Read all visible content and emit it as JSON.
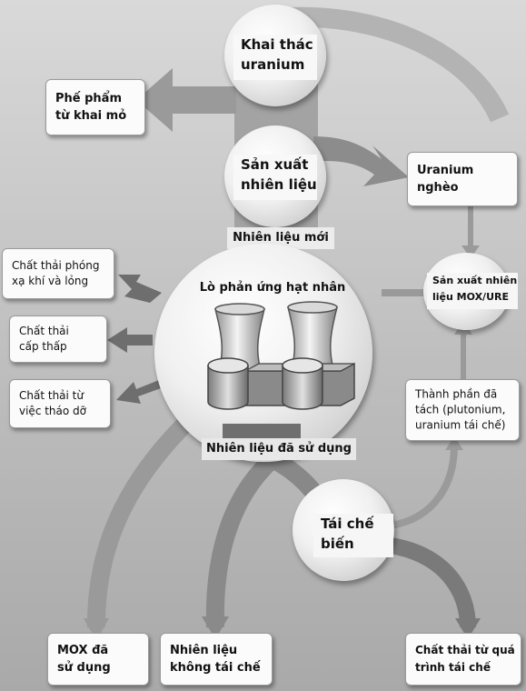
{
  "nodes": {
    "khai_thac": "Khai thác\nuranium",
    "san_xuat": "Sản xuất\nnhiên liệu",
    "nhien_lieu_moi": "Nhiên liệu mới",
    "phe_pham": "Phế phẩm\ntừ khai mỏ",
    "uranium_ngheo": "Uranium\nnghèo",
    "lo_phan_ung": "Lò phản ứng hạt nhân",
    "mox_ure": "Sản xuất nhiên\nliệu MOX/URE",
    "chat_thai_khi": "Chất thải phóng\nxạ khí và lỏng",
    "chat_thai_thap": "Chất thải\ncấp thấp",
    "chat_thai_thao_do": "Chất thải từ\nviệc tháo dỡ",
    "thanh_phan": "Thành phần đã\ntách (plutonium,\nuranium tái chế)",
    "nhien_lieu_da_su_dung": "Nhiên liệu đã sử dụng",
    "tai_che": "Tái chế\nbiến",
    "mox_da_su_dung": "MOX đã\nsử dụng",
    "khong_tai_che": "Nhiên liệu\nkhông tái chế",
    "chat_thai_tai_che": "Chất thải từ quá\ntrình tái chế"
  },
  "colors": {
    "arrow": "#8f8f8f",
    "arrow_dark": "#6a6a6a",
    "box_bg": "#fbfbfb"
  }
}
